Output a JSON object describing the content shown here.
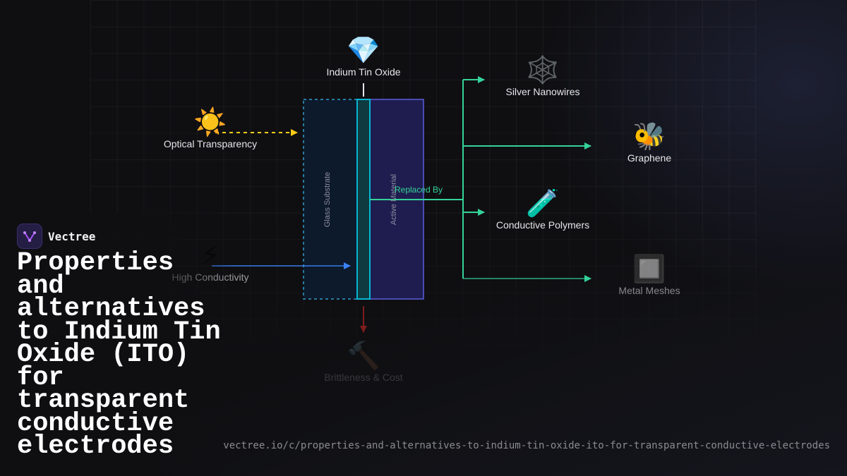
{
  "brand": {
    "name": "Vectree"
  },
  "title": "Properties and alternatives to Indium Tin Oxide (ITO) for transparent conductive electrodes",
  "url": "vectree.io/c/properties-and-alternatives-to-indium-tin-oxide-ito-for-transparent-conductive-electrodes",
  "diagram": {
    "nodes": {
      "ito": {
        "icon": "💎",
        "icon_name": "gem-icon",
        "label": "Indium Tin Oxide"
      },
      "optical": {
        "icon": "☀️",
        "icon_name": "sun-icon",
        "label": "Optical Transparency"
      },
      "conductivity": {
        "icon": "⚡",
        "icon_name": "lightning-icon",
        "label": "High Conductivity"
      },
      "brittle": {
        "icon": "🔨",
        "icon_name": "hammer-icon",
        "label": "Brittleness & Cost"
      },
      "silver": {
        "icon": "🕸️",
        "icon_name": "web-icon",
        "label": "Silver Nanowires"
      },
      "graphene": {
        "icon": "🐝",
        "icon_name": "bee-icon",
        "label": "Graphene"
      },
      "polymers": {
        "icon": "🧪",
        "icon_name": "test-tube-icon",
        "label": "Conductive Polymers"
      },
      "meshes": {
        "icon": "🔲",
        "icon_name": "square-button-icon",
        "label": "Metal Meshes"
      }
    },
    "layers": {
      "glass": "Glass Substrate",
      "active": "Active Material"
    },
    "edge_label": "Replaced By",
    "colors": {
      "green": "#34d399",
      "yellow": "#facc15",
      "blue": "#3b82f6",
      "red": "#7f1d1d",
      "glass_border": "#38bdf8",
      "active_border": "#6366f1",
      "brand_accent": "#a855f7"
    }
  }
}
